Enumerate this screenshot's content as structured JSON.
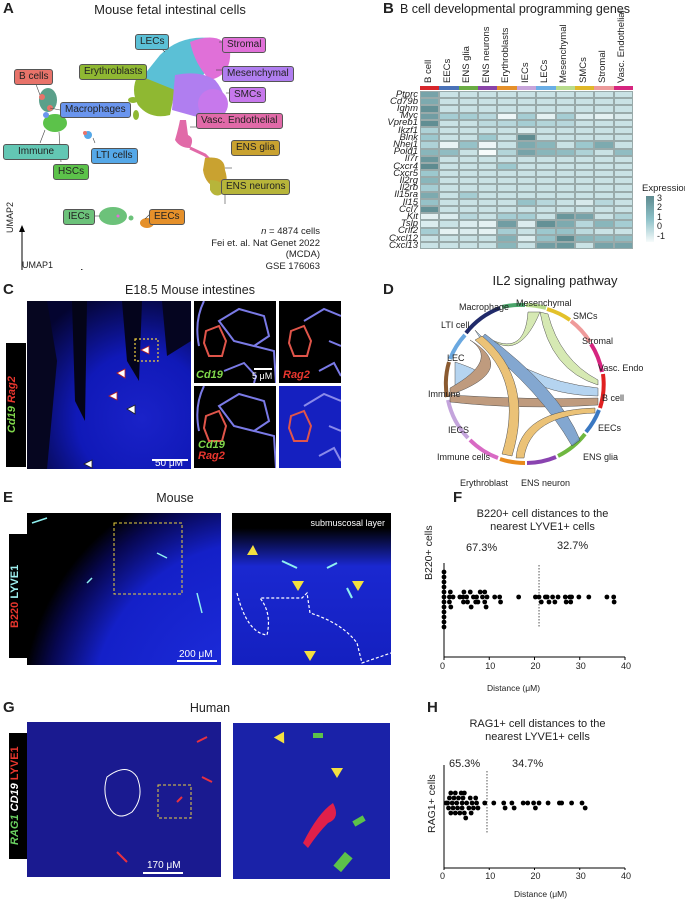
{
  "panels": {
    "A": {
      "letter": "A",
      "title": "Mouse fetal intestinal cells",
      "clusters": [
        {
          "label": "LECs",
          "color": "#5bc0d6"
        },
        {
          "label": "Stromal",
          "color": "#e070d8"
        },
        {
          "label": "Erythroblasts",
          "color": "#8fb832"
        },
        {
          "label": "Mesenchymal",
          "color": "#b07ef0"
        },
        {
          "label": "B cells",
          "color": "#e8736a"
        },
        {
          "label": "Macrophages",
          "color": "#6a95ee"
        },
        {
          "label": "SMCs",
          "color": "#c778ec"
        },
        {
          "label": "Vasc. Endothelial",
          "color": "#e16aa8"
        },
        {
          "label": "Immune",
          "color": "#63c7b4"
        },
        {
          "label": "LTI cells",
          "color": "#55a8e8"
        },
        {
          "label": "HSCs",
          "color": "#5cc24a"
        },
        {
          "label": "ENS glia",
          "color": "#c9a230"
        },
        {
          "label": "ENS neurons",
          "color": "#b7b53a"
        },
        {
          "label": "IECs",
          "color": "#6cc27a"
        },
        {
          "label": "EECs",
          "color": "#e5902a"
        }
      ],
      "axis_x": "UMAP1",
      "axis_y": "UMAP2",
      "n_cells": "n = 4874 cells",
      "n_prefix": "n",
      "n_value": " = 4874 cells",
      "citation": "Fei et. al. Nat Genet 2022 (MCDA)",
      "geo": "GSE 176063"
    },
    "B": {
      "letter": "B",
      "title": "B cell developmental programming genes",
      "legend_title": "Expression",
      "legend_ticks": [
        "3",
        "2",
        "1",
        "0",
        "-1"
      ]
    },
    "C": {
      "letter": "C",
      "title": "E18.5 Mouse intestines",
      "channel_green": "Cd19",
      "channel_red": "Rag2",
      "scale_main": "50 μM",
      "scale_inset": "5 μM",
      "inset_labels": [
        "Cd19",
        "Rag2",
        "Cd19",
        "Rag2"
      ]
    },
    "D": {
      "letter": "D",
      "title": "IL2 signaling pathway",
      "sectors": [
        {
          "label": "Macrophage",
          "color": "#4aa56a"
        },
        {
          "label": "Mesenchymal",
          "color": "#b8dc8c"
        },
        {
          "label": "SMCs",
          "color": "#e3c12a"
        },
        {
          "label": "Stromal",
          "color": "#ef9a9a"
        },
        {
          "label": "Vasc. Endo",
          "color": "#d6257f"
        },
        {
          "label": "B cell",
          "color": "#e02020"
        },
        {
          "label": "EECs",
          "color": "#3a78c2"
        },
        {
          "label": "ENS glia",
          "color": "#6fb840"
        },
        {
          "label": "ENS neuron",
          "color": "#8a44b0"
        },
        {
          "label": "Erythroblast",
          "color": "#e88a1c"
        },
        {
          "label": "Immune cells",
          "color": "#d86ac4"
        },
        {
          "label": "IECS",
          "color": "#c4a4dc"
        },
        {
          "label": "Immune",
          "color": "#8a5a30"
        },
        {
          "label": "LEC",
          "color": "#6aa8e0"
        },
        {
          "label": "LTI cell",
          "color": "#202a6a"
        }
      ]
    },
    "E": {
      "letter": "E",
      "title": "Mouse",
      "channel_red": "B220",
      "channel_cyan": "LYVE1",
      "scale": "200 μM",
      "inset_label": "submuscosal layer"
    },
    "G": {
      "letter": "G",
      "title": "Human",
      "channel_green": "RAG1",
      "channel_white": "CD19",
      "channel_red": "LYVE1",
      "scale": "170 μM"
    }
  },
  "chart_data": [
    {
      "panel": "B",
      "type": "heatmap",
      "title": "B cell developmental programming genes",
      "columns": [
        "B cell",
        "EECs",
        "ENS glia",
        "ENS neurons",
        "Erythroblasts",
        "IECs",
        "LECs",
        "Mesenchymal",
        "SMCs",
        "Stromal",
        "Vasc. Endothelial"
      ],
      "column_colors": [
        "#d7262b",
        "#4a72b8",
        "#6aac44",
        "#8a44a8",
        "#e5902a",
        "#c7a4da",
        "#6aaee6",
        "#b8dc8c",
        "#e0b828",
        "#ec9a9a",
        "#d6257f"
      ],
      "rows": [
        "Ptprc",
        "Cd79b",
        "Ighm",
        "Myc",
        "Vpreb1",
        "Ikzf1",
        "Blnk",
        "Nhej1",
        "Pold1",
        "Il7r",
        "Cxcr4",
        "Cxcr5",
        "Il2rg",
        "Il2rb",
        "Il15ra",
        "Il15",
        "Ccl7",
        "Kit",
        "Tslp",
        "Crlf2",
        "Cxcl12",
        "Cxcl13"
      ],
      "values": [
        [
          2.2,
          0,
          0,
          0,
          0,
          0,
          0,
          0,
          0,
          0,
          0
        ],
        [
          2.0,
          0,
          0,
          0,
          0,
          0,
          0,
          0,
          0,
          0,
          0
        ],
        [
          2.8,
          0,
          0,
          0,
          0,
          0,
          0,
          0,
          0,
          0,
          0
        ],
        [
          2.4,
          0.8,
          0.8,
          0.4,
          -0.8,
          0.8,
          -0.6,
          0.8,
          -0.4,
          -0.6,
          -0.3
        ],
        [
          2.9,
          0,
          0,
          0.3,
          0.4,
          0.8,
          0.5,
          0.4,
          0,
          0,
          0
        ],
        [
          0.6,
          0,
          0,
          0,
          0,
          -0.4,
          0,
          0,
          0,
          0,
          0
        ],
        [
          1.0,
          0,
          0,
          1.0,
          0,
          3.0,
          0,
          0,
          0,
          0,
          0
        ],
        [
          0.6,
          -0.7,
          1.2,
          -0.8,
          0,
          2.0,
          1.6,
          0,
          1.0,
          2.0,
          0
        ],
        [
          1.6,
          1.4,
          0,
          -1.0,
          0.5,
          2.2,
          1.6,
          1.4,
          0.6,
          0,
          1.4
        ],
        [
          2.6,
          0,
          0,
          0,
          0,
          0,
          0,
          0,
          0,
          0,
          0
        ],
        [
          3.0,
          0,
          0,
          0,
          1.0,
          0,
          0,
          0,
          0,
          0,
          0
        ],
        [
          1.0,
          0,
          0,
          0,
          0,
          0,
          0,
          0,
          0,
          0,
          0
        ],
        [
          1.6,
          0,
          0,
          0,
          0,
          0,
          0,
          0,
          0,
          0,
          0
        ],
        [
          0.8,
          0,
          0,
          0,
          0,
          0,
          0,
          0,
          0,
          0,
          0
        ],
        [
          2.0,
          0,
          0.8,
          0,
          0,
          0,
          0,
          0,
          0,
          0,
          0
        ],
        [
          1.2,
          0,
          0,
          0,
          0,
          1.2,
          0.4,
          0,
          -0.3,
          0.4,
          0
        ],
        [
          2.8,
          0,
          0,
          0,
          0,
          0,
          0,
          0,
          0,
          0,
          0
        ],
        [
          -0.6,
          -0.4,
          0.4,
          0,
          0.8,
          0.8,
          0,
          2.6,
          2.2,
          0,
          0.6
        ],
        [
          -0.4,
          0,
          -0.4,
          -0.6,
          2.4,
          -0.4,
          2.8,
          2.0,
          0.4,
          1.6,
          0.8
        ],
        [
          0.8,
          -0.6,
          -0.4,
          -0.6,
          0.8,
          0,
          1.0,
          1.2,
          0.3,
          0,
          0
        ],
        [
          0,
          0,
          0,
          0,
          1.8,
          -0.4,
          1.2,
          3.0,
          1.6,
          1.4,
          1.4
        ],
        [
          0,
          0,
          0,
          0,
          1.6,
          0,
          2.4,
          2.6,
          0,
          2.2,
          2.2
        ]
      ],
      "legend": {
        "title": "Expression",
        "range": [
          -1,
          3
        ],
        "ticks": [
          3,
          2,
          1,
          0,
          -1
        ]
      }
    },
    {
      "panel": "F",
      "type": "scatter",
      "title": "B220+ cell distances to the nearest LYVE1+ cells",
      "xlabel": "Distance (μM)",
      "ylabel": "B220+ cells",
      "xlim": [
        0,
        40
      ],
      "xticks": [
        0,
        10,
        20,
        30,
        40
      ],
      "threshold_x": 21,
      "annotations": [
        "67.3%",
        "32.7%"
      ],
      "x": [
        0,
        0,
        0,
        0,
        0,
        0,
        0,
        0,
        0,
        0,
        0,
        0,
        1.2,
        1.2,
        1.4,
        1.5,
        2.0,
        3.5,
        4.2,
        4.3,
        4.4,
        5.0,
        5.2,
        5.8,
        6.0,
        6.5,
        7.0,
        7.2,
        7.5,
        8.0,
        8.5,
        9.0,
        9.0,
        9.3,
        9.5,
        11.2,
        12.3,
        12.5,
        16.5,
        20.2,
        21.0,
        21.5,
        22.4,
        22.8,
        23.2,
        24.0,
        24.5,
        25.2,
        26.8,
        27.0,
        27.8,
        28.0,
        28.2,
        29.8,
        32.0,
        36.0,
        37.5,
        37.6
      ]
    },
    {
      "panel": "H",
      "type": "scatter",
      "title": "RAG1+ cell distances to the nearest LYVE1+ cells",
      "xlabel": "Distance (μM)",
      "ylabel": "RAG1+ cells",
      "xlim": [
        0,
        40
      ],
      "xticks": [
        0,
        10,
        20,
        30,
        40
      ],
      "threshold_x": 9.5,
      "annotations": [
        "65.3%",
        "34.7%"
      ],
      "x": [
        0.5,
        0.8,
        1.0,
        1.2,
        1.5,
        1.5,
        1.8,
        2.0,
        2.2,
        2.5,
        2.5,
        2.8,
        3.0,
        3.2,
        3.5,
        3.8,
        4.0,
        4.0,
        4.2,
        4.5,
        4.5,
        4.8,
        5.0,
        5.5,
        5.8,
        6.0,
        6.2,
        6.5,
        7.0,
        7.2,
        7.5,
        9.0,
        11.0,
        13.2,
        13.5,
        15.0,
        15.5,
        17.5,
        18.5,
        19.8,
        20.2,
        21.0,
        23.0,
        25.5,
        26.0,
        28.2,
        30.5,
        31.2
      ]
    }
  ],
  "charts_text": {
    "F": {
      "letter": "F",
      "title_line1": "B220+ cell distances to the",
      "title_line2": "nearest LYVE1+ cells",
      "ylabel": "B220+ cells",
      "xlabel": "Distance (μM)",
      "left_pct": "67.3%",
      "right_pct": "32.7%",
      "ticks": [
        "0",
        "10",
        "20",
        "30",
        "40"
      ]
    },
    "H": {
      "letter": "H",
      "title_line1": "RAG1+ cell distances to the",
      "title_line2": "nearest LYVE1+ cells",
      "ylabel": "RAG1+ cells",
      "xlabel": "Distance (μM)",
      "left_pct": "65.3%",
      "right_pct": "34.7%",
      "ticks": [
        "0",
        "10",
        "20",
        "30",
        "40"
      ]
    }
  }
}
